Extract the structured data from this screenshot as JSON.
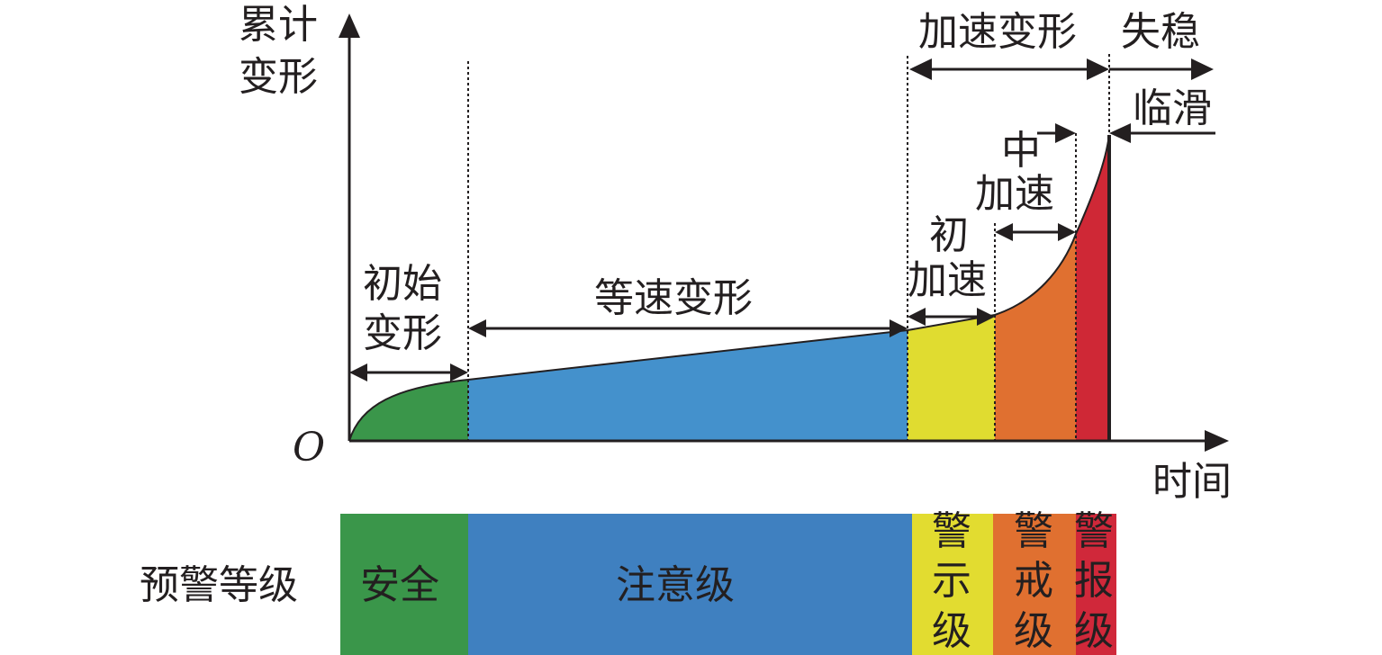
{
  "axes": {
    "y_label_line1": "累计",
    "y_label_line2": "变形",
    "x_label": "时间",
    "origin": "O"
  },
  "stages": {
    "initial_line1": "初始",
    "initial_line2": "变形",
    "constant": "等速变形",
    "accelerating": "加速变形",
    "instability": "失稳",
    "early_accel_line1": "初",
    "early_accel_line2": "加速",
    "mid_accel_line1": "中",
    "mid_accel_line2": "加速",
    "imminent": "临滑"
  },
  "warning": {
    "title": "预警等级",
    "levels": [
      {
        "label": "安全",
        "color": "#3a964a"
      },
      {
        "label": "注意级",
        "color": "#3f80c0"
      },
      {
        "chars": [
          "警",
          "示",
          "级"
        ],
        "color": "#e2dc30"
      },
      {
        "chars": [
          "警",
          "戒",
          "级"
        ],
        "color": "#e07030"
      },
      {
        "chars": [
          "警",
          "报",
          "级"
        ],
        "color": "#d0283a"
      }
    ]
  },
  "colors": {
    "green": "#3a964a",
    "blue": "#4491cc",
    "yellow": "#e0dc30",
    "orange": "#e07030",
    "red": "#cf2836"
  }
}
